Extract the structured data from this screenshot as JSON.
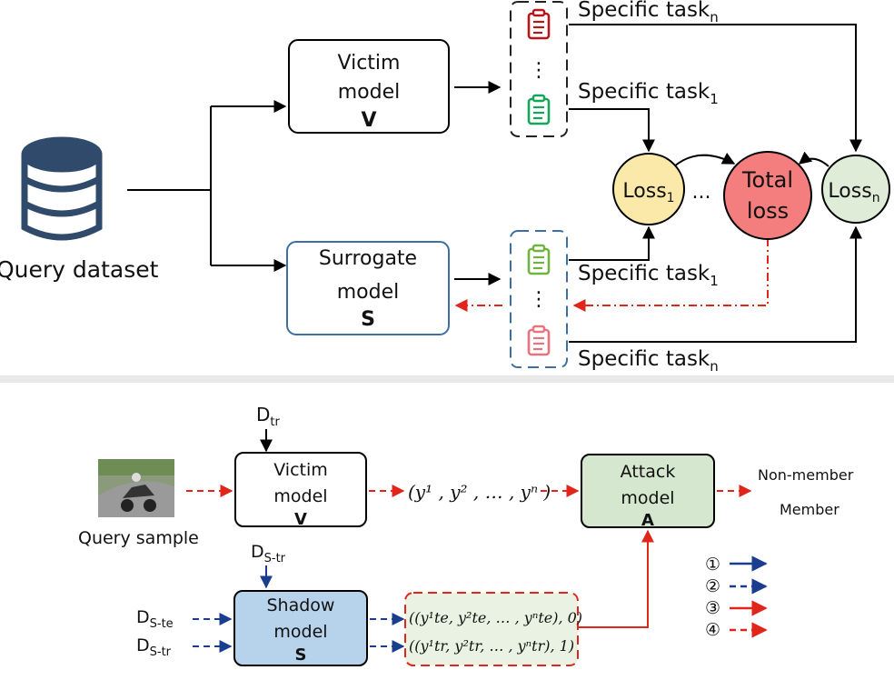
{
  "top": {
    "query_dataset_label": "Query dataset",
    "victim": {
      "line1": "Victim",
      "line2": "model",
      "symbol": "V"
    },
    "surrogate": {
      "line1": "Surrogate",
      "line2": "model",
      "symbol": "S"
    },
    "task_n_top": {
      "text": "Specific task",
      "sub": "n"
    },
    "task_1_top": {
      "text": "Specific task",
      "sub": "1"
    },
    "task_1_bottom": {
      "text": "Specific task",
      "sub": "1"
    },
    "task_n_bottom": {
      "text": "Specific task",
      "sub": "n"
    },
    "vdots": "⋮",
    "loss1": {
      "text": "Loss",
      "sub": "1"
    },
    "dots": "...",
    "total_loss": {
      "line1": "Total",
      "line2": "loss"
    },
    "lossn": {
      "text": "Loss",
      "sub": "n"
    },
    "colors": {
      "loss1_fill": "#fbe9a9",
      "total_fill": "#f47e7e",
      "lossn_fill": "#dfecd8",
      "surrogate_border": "#3d6fa3",
      "red_arrow": "#e0261b",
      "clip_red": "#b8151a",
      "clip_green": "#13a558",
      "clip_lightgreen": "#70b341",
      "clip_pink": "#e8727e"
    }
  },
  "bottom": {
    "d_tr": {
      "main": "D",
      "sub": "tr"
    },
    "query_sample_label": "Query sample",
    "victim": {
      "line1": "Victim",
      "line2": "model",
      "symbol": "V"
    },
    "prediction_vector": "(y¹ , y² , … , yⁿ )",
    "attack": {
      "line1": "Attack",
      "line2": "model",
      "symbol": "A"
    },
    "non_member": "Non-member",
    "member": "Member",
    "d_s_tr_top": {
      "main": "D",
      "sub": "S-tr"
    },
    "shadow": {
      "line1": "Shadow",
      "line2": "model",
      "symbol": "S"
    },
    "d_s_te": {
      "main": "D",
      "sub": "S-te"
    },
    "d_s_tr": {
      "main": "D",
      "sub": "S-tr"
    },
    "shadow_out_te": "((y¹te, y²te, … , yⁿte), 0)",
    "shadow_out_tr": "((y¹tr, y²tr, … , yⁿtr), 1)",
    "legend": [
      {
        "num": "①",
        "style": "blue-solid"
      },
      {
        "num": "②",
        "style": "blue-dashed"
      },
      {
        "num": "③",
        "style": "red-solid"
      },
      {
        "num": "④",
        "style": "red-dashed"
      }
    ],
    "colors": {
      "attack_fill": "#d5e8cf",
      "shadow_fill": "#b7d3ec",
      "blue": "#1b3d8f",
      "red": "#e0261b"
    }
  }
}
